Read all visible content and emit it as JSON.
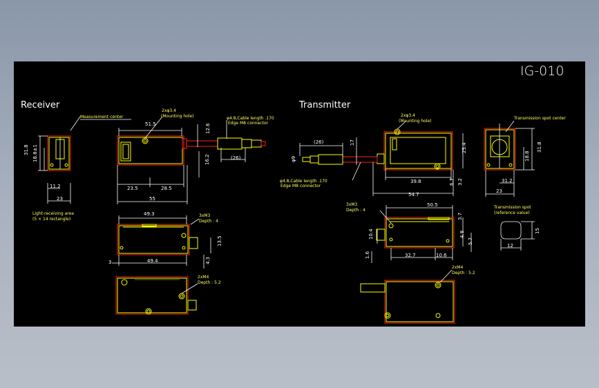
{
  "drawing": {
    "title": "IG-010",
    "receiver": {
      "heading": "Receiver",
      "measurement_center": "Measurement center",
      "mounting_hole": "2xφ3.4",
      "mounting_hole_note": "(Mounting hole)",
      "cable_spec": "φ4.8,Cable length .170",
      "connector": "Edge M8 connector",
      "light_area": "Light-receiving area",
      "light_area_note": "(5 × 14 rectangle)",
      "screw": "3xM3",
      "screw_depth": "Depth : 4",
      "screw2": "2xM4",
      "screw2_depth": "Depth : 5.2",
      "dims": {
        "side_h": "31.8",
        "side_h2": "18.8±1",
        "side_w1": "11.2",
        "side_w": "23",
        "top_w": "51.5",
        "cable_d": "12.6",
        "cable_len": "(26)",
        "body_h": "16.2",
        "bot_a": "23.5",
        "bot_b": "28.5",
        "total": "55",
        "mid_top": "49.3",
        "mid_bot": "49.4",
        "mid_side": "3",
        "mid_h": "13.5",
        "mid_h2": "4.3"
      }
    },
    "transmitter": {
      "heading": "Transmitter",
      "mounting_hole": "2xφ3.4",
      "mounting_hole_note": "(Mounting hole)",
      "spot_center": "Transmission spot center",
      "cable_spec": "φ4.8,Cable length .170",
      "connector": "Edge M8 connector",
      "spot": "Transmission spot",
      "spot_note": "(reference value)",
      "screw": "3xM3",
      "screw_depth": "Depth : 4",
      "screw2": "2xM4",
      "screw2_depth": "Depth : 5.2",
      "dims": {
        "cable_len": "(26)",
        "cable_d": "φ9",
        "h_left": "17",
        "h_right": "25.4",
        "w_a": "39.8",
        "d1": "6.7",
        "d2": "3.2",
        "total": "54.7",
        "side_h": "31.8",
        "side_h2": "18.8",
        "side_w1": "31.2",
        "side_w": "23",
        "mid_top": "50.5",
        "mid_h": "10.4",
        "mid_h2": "1.6",
        "mid_r1": "3.7",
        "mid_r2": "4.8",
        "mid_r3": "5.7",
        "mid_b1": "32.7",
        "mid_b2": "10.6",
        "spot_h": "15",
        "spot_w": "12"
      }
    }
  }
}
